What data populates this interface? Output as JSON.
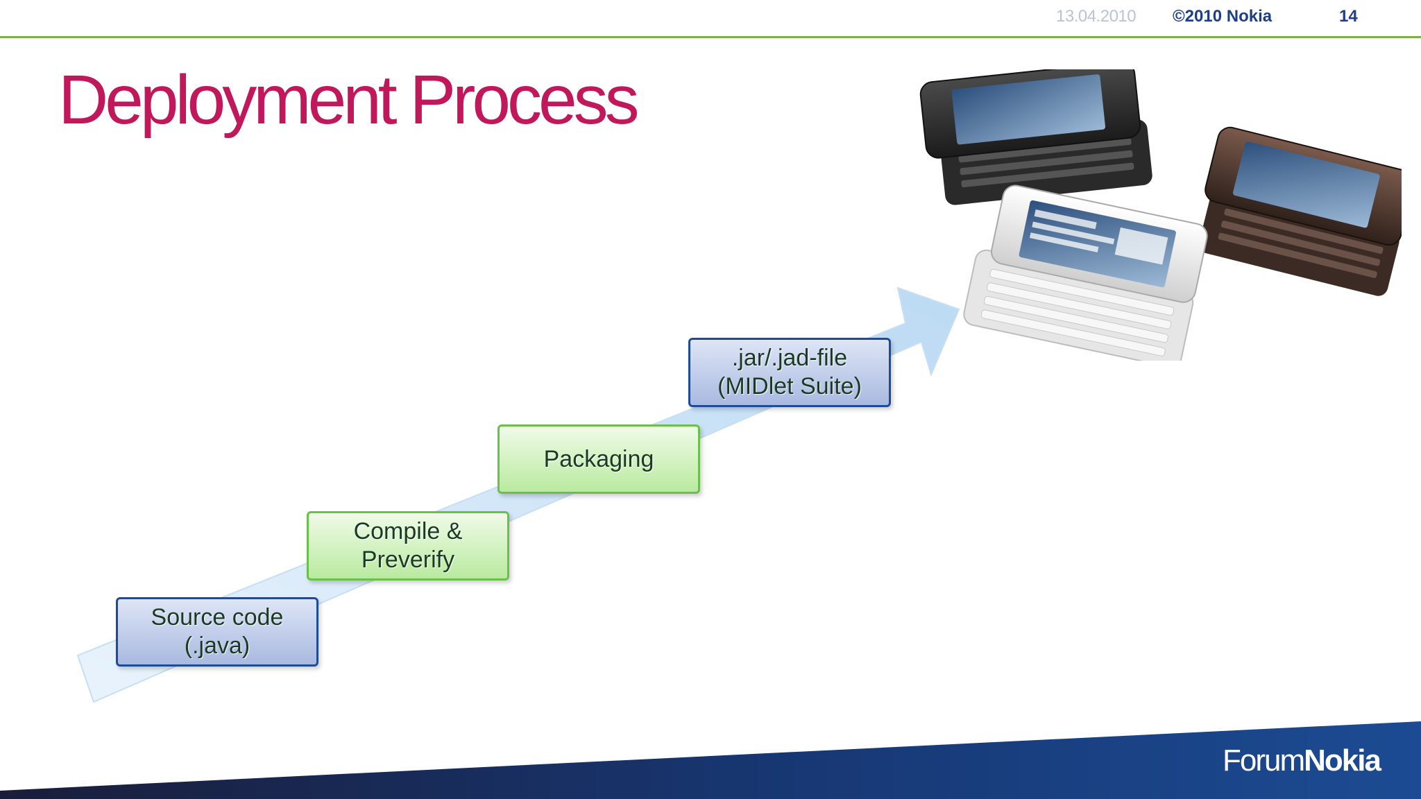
{
  "header": {
    "date": "13.04.2010",
    "copyright": "©2010 Nokia",
    "page_number": "14"
  },
  "title": "Deployment Process",
  "diagram": {
    "arrow_color": "#d4e6f7",
    "steps": [
      {
        "label": "Source code\n(.java)",
        "style": "blue"
      },
      {
        "label": "Compile &\nPreverify",
        "style": "green"
      },
      {
        "label": "Packaging",
        "style": "green"
      },
      {
        "label": ".jar/.jad-file\n(MIDlet Suite)",
        "style": "blue"
      }
    ]
  },
  "image": {
    "subject": "three Nokia slider phones"
  },
  "footer": {
    "brand_forum": "Forum",
    "brand_nokia": "Nokia",
    "band_color": "#1a3f7e"
  }
}
